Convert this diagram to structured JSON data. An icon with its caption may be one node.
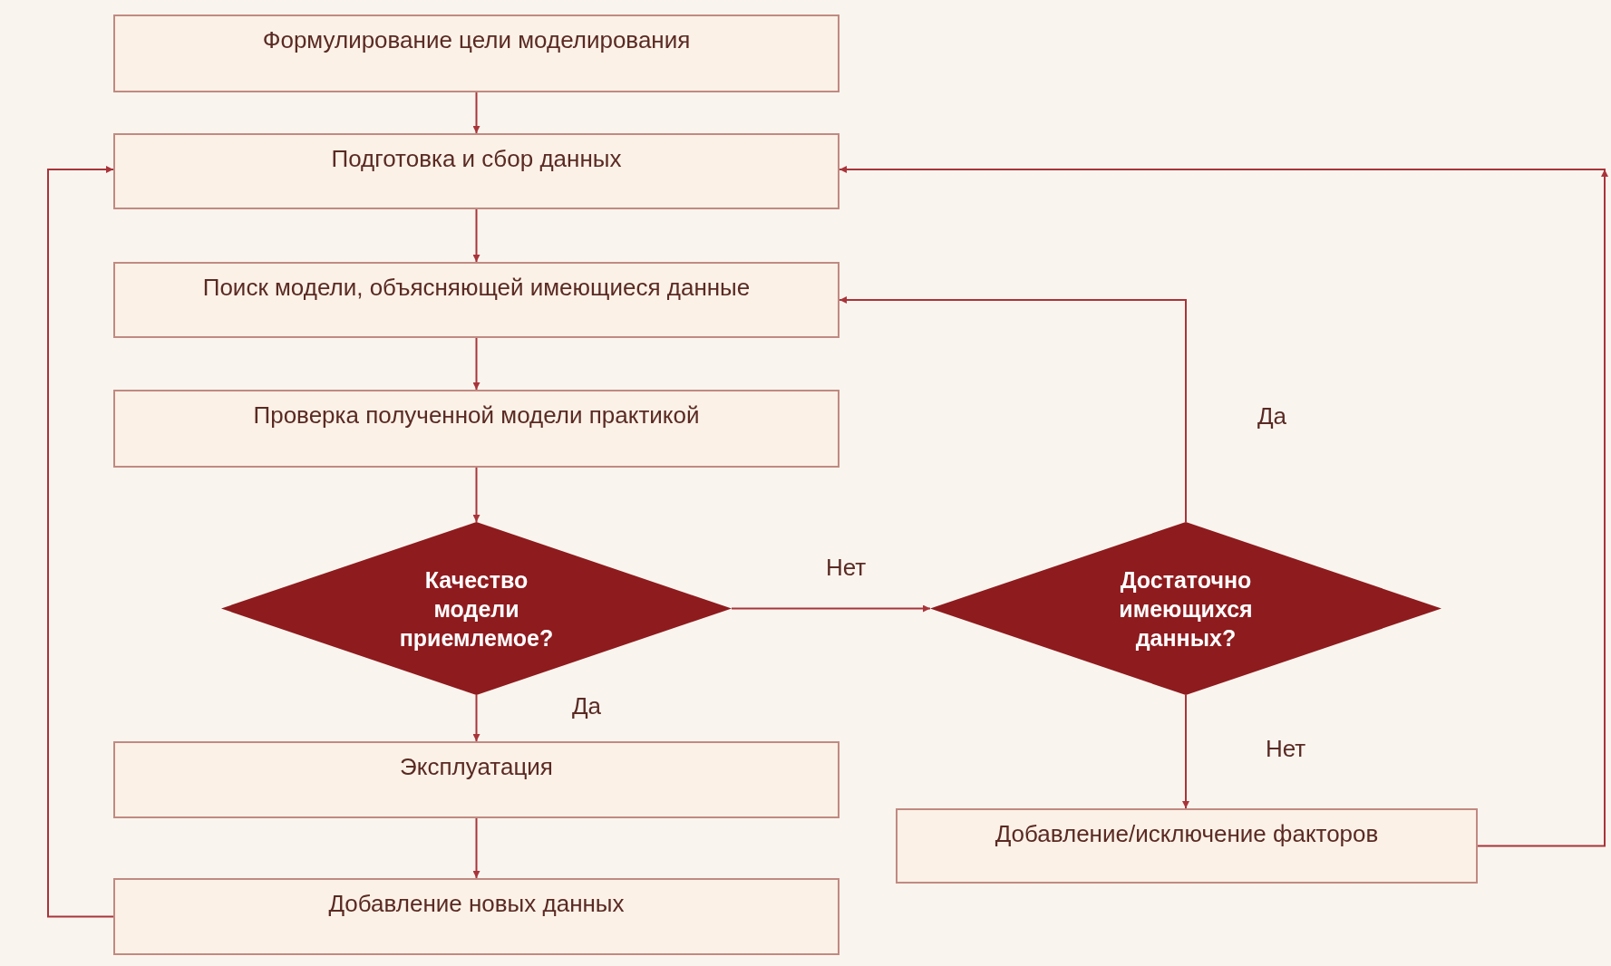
{
  "diagram": {
    "nodes": [
      {
        "text": [
          "Формулирование цели моделирования"
        ]
      },
      {
        "text": [
          "Подготовка и сбор данных"
        ]
      },
      {
        "text": [
          "Поиск модели, объясняющей имеющиеся данные"
        ]
      },
      {
        "text": [
          "Проверка полученной модели практикой"
        ]
      },
      {
        "text": [
          "Качество модели приемлемое?"
        ]
      },
      {
        "text": [
          "Достаточно имеющихся данных?"
        ]
      },
      {
        "text": [
          "Эксплуатация"
        ]
      },
      {
        "text": [
          "Добавление/исключение факторов"
        ]
      },
      {
        "text": [
          "Добавление новых данных"
        ]
      }
    ],
    "edges": [
      {
        "from": 0,
        "to": 1,
        "arrow": "to"
      },
      {
        "from": 1,
        "to": 2,
        "arrow": "to"
      },
      {
        "from": 2,
        "to": 3,
        "arrow": "to"
      },
      {
        "from": 3,
        "to": 4,
        "arrow": "to"
      },
      {
        "from": 4,
        "to": 5,
        "arrow": "to",
        "label": "Нет"
      },
      {
        "from": 4,
        "to": 6,
        "arrow": "to",
        "label": "Да"
      },
      {
        "from": 5,
        "to": 2,
        "arrow": "to",
        "label": "Да"
      },
      {
        "from": 5,
        "to": 7,
        "arrow": "to",
        "label": "Нет"
      },
      {
        "from": 6,
        "to": 8,
        "arrow": "to"
      },
      {
        "from": 8,
        "to": 1,
        "arrow": "to"
      },
      {
        "from": 7,
        "to": 1,
        "arrow": "to"
      }
    ]
  }
}
